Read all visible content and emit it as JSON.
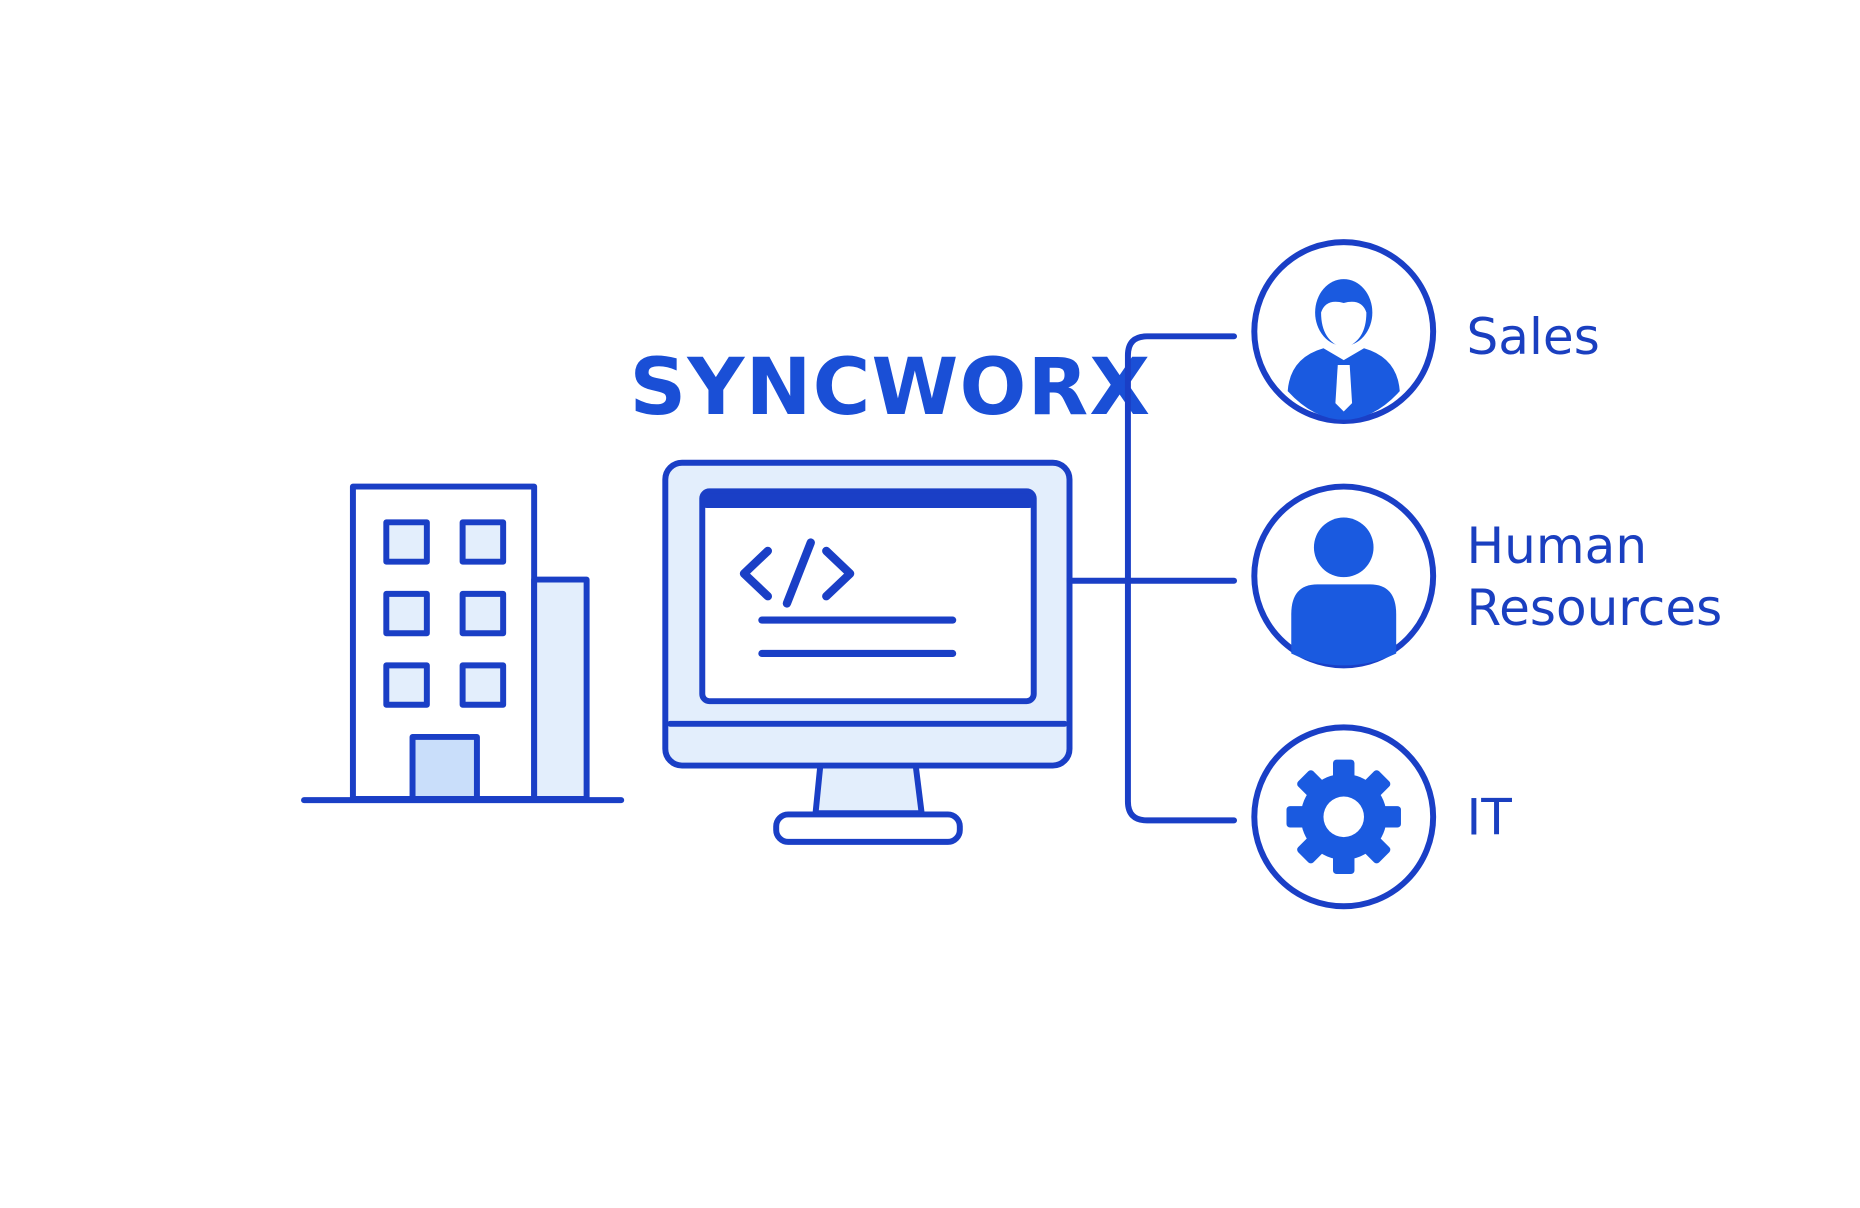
{
  "title": "SYNCWORX",
  "departments": [
    {
      "label_lines": [
        "Sales"
      ],
      "icon": "businessman-icon"
    },
    {
      "label_lines": [
        "Human",
        "Resources"
      ],
      "icon": "person-icon"
    },
    {
      "label_lines": [
        "IT"
      ],
      "icon": "gear-icon"
    }
  ],
  "colors": {
    "line": "#1a3fc6",
    "fill": "#1a5ae0",
    "light": "#e3eefc"
  }
}
